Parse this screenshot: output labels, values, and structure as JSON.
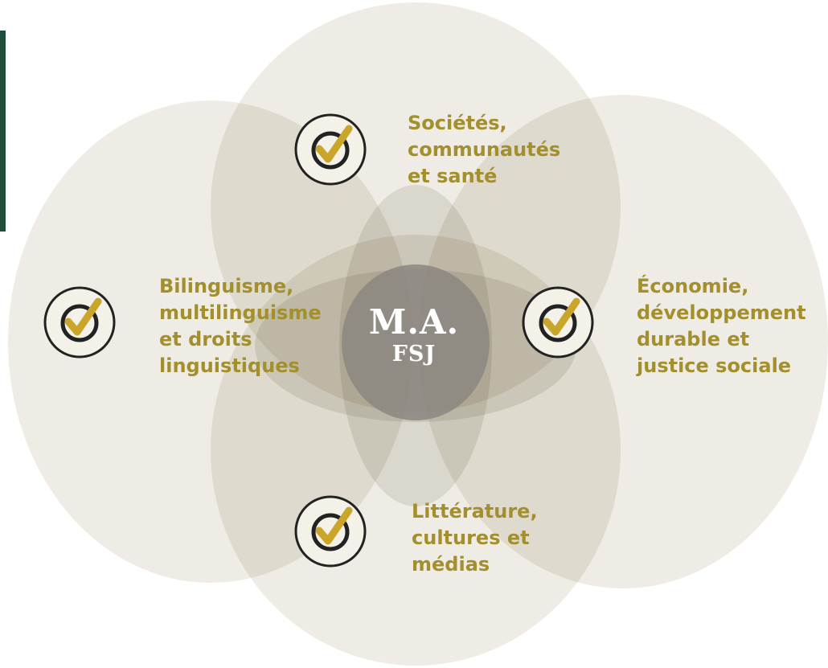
{
  "diagram": {
    "center": {
      "title": "M.A.",
      "subtitle": "FSJ"
    },
    "themes": [
      {
        "id": "top",
        "label": "Sociétés,\ncommunautés\net santé",
        "icon": "check-circle-icon"
      },
      {
        "id": "left",
        "label": "Bilinguisme,\nmultilinguisme\net droits\nlinguistiques",
        "icon": "check-circle-icon"
      },
      {
        "id": "right",
        "label": "Économie,\ndéveloppement\ndurable et\njustice sociale",
        "icon": "check-circle-icon"
      },
      {
        "id": "bottom",
        "label": "Littérature,\ncultures et\nmédias",
        "icon": "check-circle-icon"
      }
    ]
  },
  "colors": {
    "circle_fill": "#e8e5db",
    "overlap_tint": "#bdbaae",
    "center_fill": "#8b8781",
    "text_gold": "#a38f2c",
    "check_gold": "#c9a62a",
    "badge_ring": "#222222",
    "badge_fill": "#f3f1e8",
    "accent_green": "#1e4d3a",
    "center_text": "#ffffff"
  }
}
